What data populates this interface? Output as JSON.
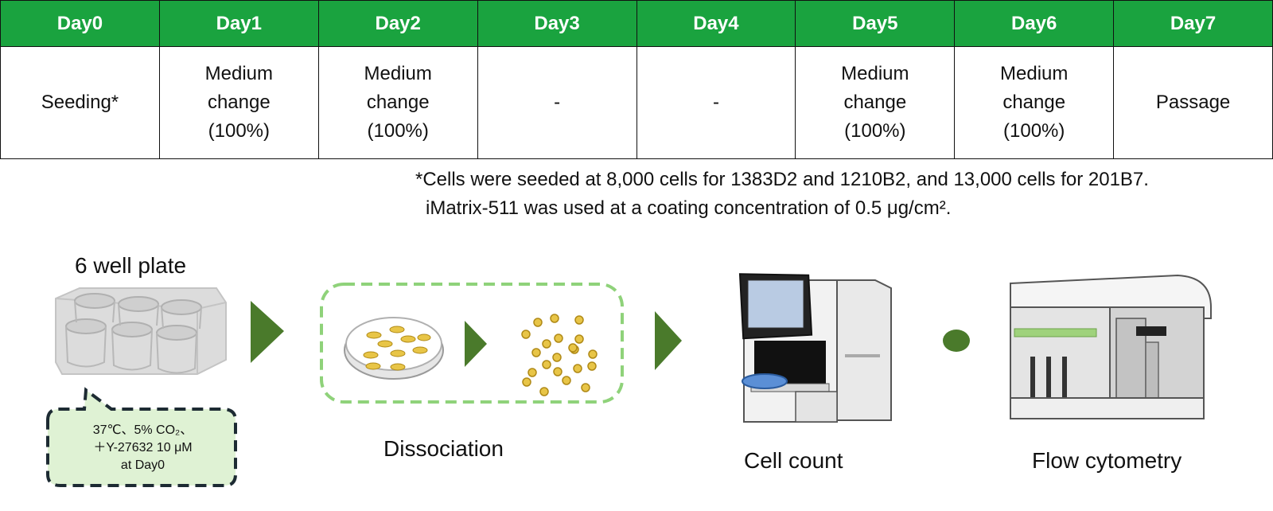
{
  "schedule": {
    "days": [
      "Day0",
      "Day1",
      "Day2",
      "Day3",
      "Day4",
      "Day5",
      "Day6",
      "Day7"
    ],
    "tasks": [
      "Seeding*",
      "Medium\nchange\n(100%)",
      "Medium\nchange\n(100%)",
      "-",
      "-",
      "Medium\nchange\n(100%)",
      "Medium\nchange\n(100%)",
      "Passage"
    ]
  },
  "footnote": {
    "line1": "*Cells were seeded at 8,000 cells for 1383D2 and 1210B2, and 13,000 cells for 201B7.",
    "line2": "iMatrix-511 was used at a coating concentration of 0.5 μg/cm²."
  },
  "workflow": {
    "well_plate_title": "6 well plate",
    "conditions": [
      "37℃、5% CO₂、",
      "＋Y-27632 10 μM",
      "at Day0"
    ],
    "dissociation": "Dissociation",
    "cell_count": "Cell count",
    "flow_cytometry": "Flow cytometry"
  },
  "colors": {
    "header_green": "#1aa33f",
    "arrow_green": "#4a7a2b",
    "dash_green": "#8fd27a",
    "condition_fill": "#dff2d4",
    "cell_yellow": "#e8c547"
  }
}
